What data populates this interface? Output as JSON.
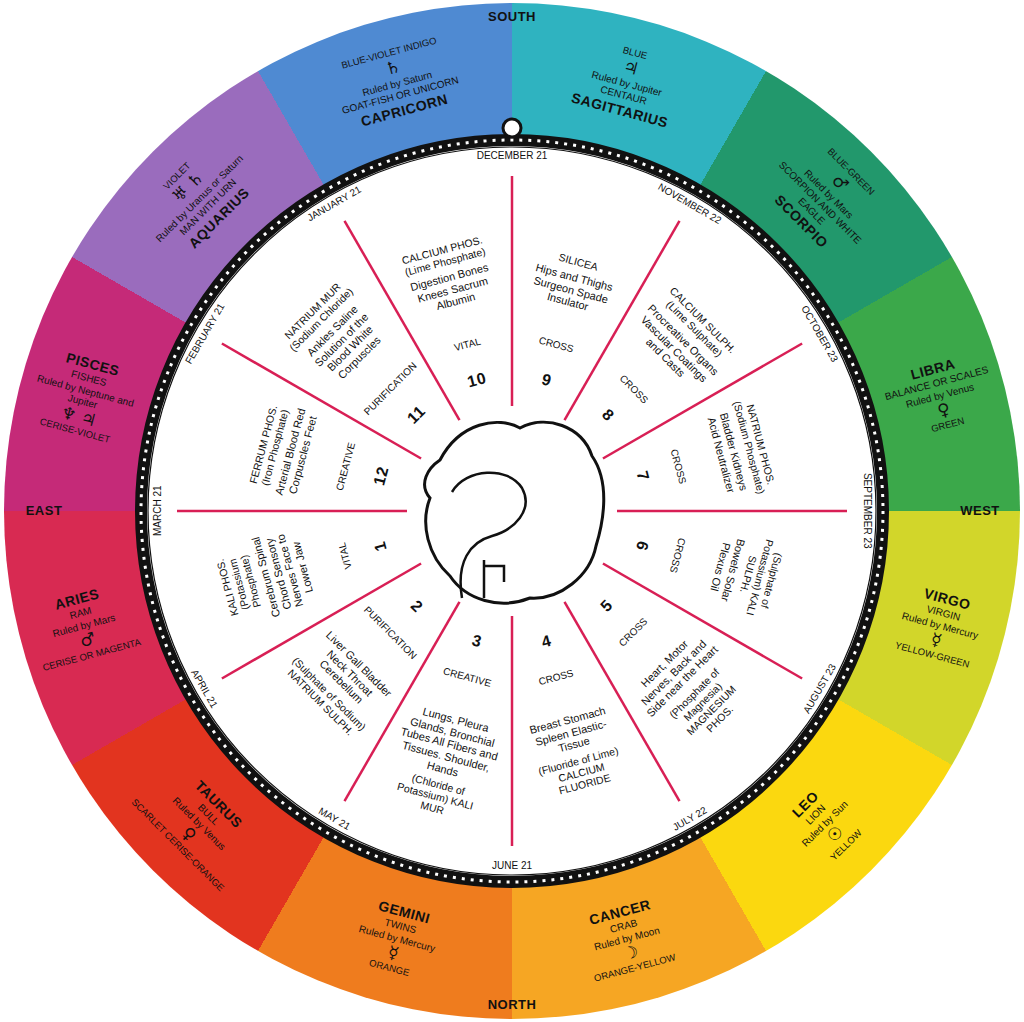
{
  "diagram": {
    "nodes": [
      {
        "text": [
          "ARIES",
          "RAM",
          "Ruled by Mars",
          "♂",
          "CERISE OR MAGENTA"
        ]
      },
      {
        "text": [
          "TAURUS",
          "BULL",
          "Ruled by Venus",
          "♀",
          "SCARLET CERISE-ORANGE"
        ]
      },
      {
        "text": [
          "GEMINI",
          "TWINS",
          "Ruled by Mercury",
          "☿",
          "ORANGE"
        ]
      },
      {
        "text": [
          "CANCER",
          "CRAB",
          "Ruled by Moon",
          "☽",
          "ORANGE-YELLOW"
        ]
      },
      {
        "text": [
          "LEO",
          "LION",
          "Ruled by Sun",
          "☉",
          "YELLOW"
        ]
      },
      {
        "text": [
          "VIRGO",
          "VIRGIN",
          "Ruled by Mercury",
          "☿",
          "YELLOW-GREEN"
        ]
      },
      {
        "text": [
          "LIBRA",
          "BALANCE OR SCALES",
          "Ruled by Venus",
          "♀",
          "GREEN"
        ]
      },
      {
        "text": [
          "SCORPIO",
          "SCORPION AND WHITE EAGLE",
          "Ruled by Mars",
          "♂",
          "BLUE-GREEN"
        ]
      },
      {
        "text": [
          "SAGITTARIUS",
          "CENTAUR",
          "Ruled by Jupiter",
          "♃",
          "BLUE"
        ]
      },
      {
        "text": [
          "CAPRICORN",
          "GOAT-FISH OR UNICORN",
          "Ruled by Saturn",
          "♄",
          "BLUE-VIOLET INDIGO"
        ]
      },
      {
        "text": [
          "AQUARIUS",
          "MAN WITH URN",
          "Ruled by Uranus or Saturn",
          "♅ ♄",
          "VIOLET"
        ]
      },
      {
        "text": [
          "PISCES",
          "FISHES",
          "Ruled by Neptune and Jupiter",
          "♆ ♃",
          "CERISE-VIOLET"
        ]
      },
      {
        "text": [
          "1",
          "VITAL",
          "Cerebrum Spinal Chord Sensory Nerves Face to Lower Jaw",
          "KALI PHOS. (Potassium Phosphate)"
        ]
      },
      {
        "text": [
          "2",
          "PURIFICATION",
          "Liver Gall Bladder Neck Throat Cerebellum",
          "(Sulphate of Sodium) NATRIUM SULPH."
        ]
      },
      {
        "text": [
          "3",
          "CREATIVE",
          "Lungs, Pleura Glands, Bronchial Tubes All Fibers and Tissues. Shoulder, Hands",
          "(Chloride of Potassium) KALI MUR"
        ]
      },
      {
        "text": [
          "4",
          "CROSS",
          "Breast Stomach Spleen Elastic-Tissue",
          "(Fluoride of Lime) CALCIUM FLUORIDE"
        ]
      },
      {
        "text": [
          "5",
          "CROSS",
          "Heart, Motor Nerves, Back and Side near the Heart",
          "(Phosphate of Magnesia) MAGNESIUM PHOS."
        ]
      },
      {
        "text": [
          "6",
          "CROSS",
          "Bowels Solar Plexus Oil",
          "(Sulphate of Potassium) KALI SULPH."
        ]
      },
      {
        "text": [
          "7",
          "CROSS",
          "Bladder Kidneys Acid Neutralizer",
          "NATRIUM PHOS. (Sodium Phosphate)"
        ]
      },
      {
        "text": [
          "8",
          "CROSS",
          "Procreative Organs Vascular Coatings and Casts",
          "CALCIUM SULPH. (Lime Sulphate)"
        ]
      },
      {
        "text": [
          "9",
          "CROSS",
          "Hips and Thighs Surgeon Spade Insulator",
          "SILICEA"
        ]
      },
      {
        "text": [
          "10",
          "VITAL",
          "Digestion Bones Knees Sacrum Albumin",
          "CALCIUM PHOS. (Lime Phosphate)"
        ]
      },
      {
        "text": [
          "11",
          "PURIFICATION",
          "Ankles Saline Solution of the Blood White Corpuscles",
          "NATRIUM MUR (Sodium Chloride)"
        ]
      },
      {
        "text": [
          "12",
          "CREATIVE",
          "Arterial Blood Red Corpuscles Feet",
          "FERRUM PHOS. (Iron Phosphate)"
        ]
      }
    ],
    "labels": [
      "MARCH 21",
      "APRIL 21",
      "MAY 21",
      "JUNE 21",
      "JULY 22",
      "AUGUST 23",
      "SEPTEMBER 23",
      "OCTOBER 23",
      "NOVEMBER 22",
      "DECEMBER 21",
      "JANUARY 21",
      "FEBRUARY 21",
      "SOUTH",
      "EAST",
      "WEST",
      "NORTH"
    ]
  }
}
